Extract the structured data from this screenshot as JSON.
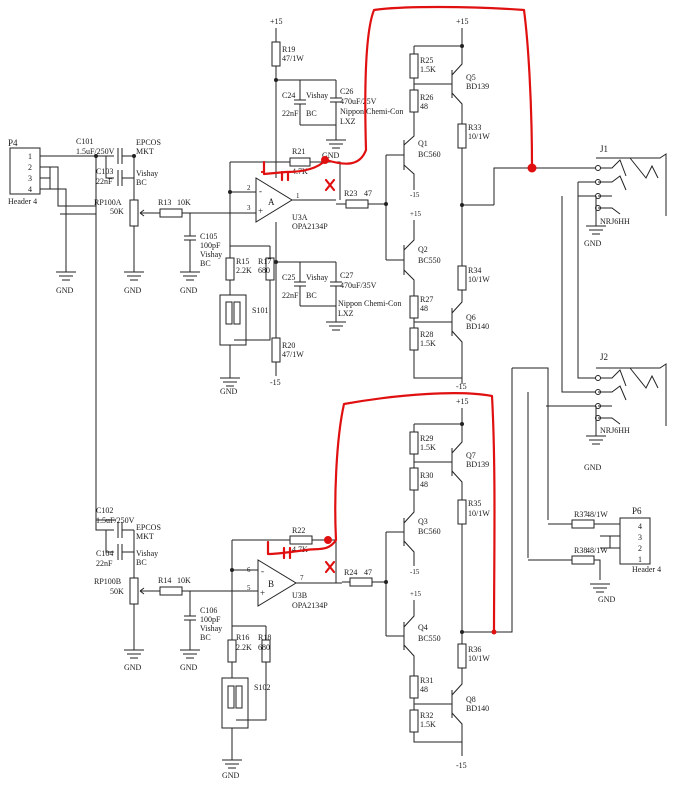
{
  "accent_color": "#e01010",
  "power": {
    "pos": "+15",
    "neg": "-15"
  },
  "ground_label": "GND",
  "header_p4": {
    "ref": "P4",
    "name": "Header 4",
    "pins": [
      "1",
      "2",
      "3",
      "4"
    ]
  },
  "header_p6": {
    "ref": "P6",
    "name": "Header 4",
    "pins": [
      "4",
      "3",
      "2",
      "1"
    ]
  },
  "jack_j1": {
    "ref": "J1",
    "name": "NRJ6HH"
  },
  "jack_j2": {
    "ref": "J2",
    "name": "NRJ6HH"
  },
  "top": {
    "c101": [
      "C101",
      "1.5uF/250V"
    ],
    "epcos1": [
      "EPCOS",
      "MKT"
    ],
    "c103": [
      "C103",
      "22nF"
    ],
    "vishay_bc1": [
      "Vishay",
      "BC"
    ],
    "rp100a": [
      "RP100A",
      "50K"
    ],
    "r13": [
      "R13",
      "10K"
    ],
    "c105": [
      "C105",
      "100pF",
      "Vishay",
      "BC"
    ],
    "r15": [
      "R15",
      "2.2K"
    ],
    "r17": [
      "R17",
      "680"
    ],
    "s101": "S101",
    "r19": [
      "R19",
      "47/1W"
    ],
    "r20": [
      "R20",
      "47/1W"
    ],
    "c24": [
      "C24",
      "22nF"
    ],
    "c24_mfr": [
      "Vishay",
      "BC"
    ],
    "c26": [
      "C26",
      "470uF/25V",
      "Nippon Chemi-Con",
      "LXZ"
    ],
    "c25": [
      "C25",
      "22nF"
    ],
    "c25_mfr": [
      "Vishay",
      "BC"
    ],
    "c27": [
      "C27",
      "470uF/35V",
      "Nippon Chemi-Con",
      "LXZ"
    ],
    "r21": [
      "R21",
      "4.7K"
    ],
    "r23": [
      "R23",
      "47"
    ],
    "u3a": [
      "A",
      "U3A",
      "OPA2134P"
    ],
    "u3a_pins": [
      "2",
      "3",
      "1"
    ],
    "q1": [
      "Q1",
      "BC560"
    ],
    "q2": [
      "Q2",
      "BC550"
    ],
    "q5": [
      "Q5",
      "BD139"
    ],
    "q6": [
      "Q6",
      "BD140"
    ],
    "r25": [
      "R25",
      "1.5K"
    ],
    "r26": [
      "R26",
      "48"
    ],
    "r27": [
      "R27",
      "48"
    ],
    "r28": [
      "R28",
      "1.5K"
    ],
    "r33": [
      "R33",
      "10/1W"
    ],
    "r34": [
      "R34",
      "10/1W"
    ]
  },
  "bottom": {
    "c102": [
      "C102",
      "1.5uF/250V"
    ],
    "epcos2": [
      "EPCOS",
      "MKT"
    ],
    "c104": [
      "C104",
      "22nF"
    ],
    "vishay_bc2": [
      "Vishay",
      "BC"
    ],
    "rp100b": [
      "RP100B",
      "50K"
    ],
    "r14": [
      "R14",
      "10K"
    ],
    "c106": [
      "C106",
      "100pF",
      "Vishay",
      "BC"
    ],
    "r16": [
      "R16",
      "2.2K"
    ],
    "r18": [
      "R18",
      "680"
    ],
    "s102": "S102",
    "r22": [
      "R22",
      "4.7K"
    ],
    "r24": [
      "R24",
      "47"
    ],
    "u3b": [
      "B",
      "U3B",
      "OPA2134P"
    ],
    "u3b_pins": [
      "6",
      "5",
      "7"
    ],
    "q3": [
      "Q3",
      "BC560"
    ],
    "q4": [
      "Q4",
      "BC550"
    ],
    "q7": [
      "Q7",
      "BD139"
    ],
    "q8": [
      "Q8",
      "BD140"
    ],
    "r29": [
      "R29",
      "1.5K"
    ],
    "r30": [
      "R30",
      "48"
    ],
    "r31": [
      "R31",
      "48"
    ],
    "r32": [
      "R32",
      "1.5K"
    ],
    "r35": [
      "R35",
      "10/1W"
    ],
    "r36": [
      "R36",
      "10/1W"
    ]
  },
  "r37": [
    "R37",
    "48/1W"
  ],
  "r38": [
    "R38",
    "48/1W"
  ]
}
